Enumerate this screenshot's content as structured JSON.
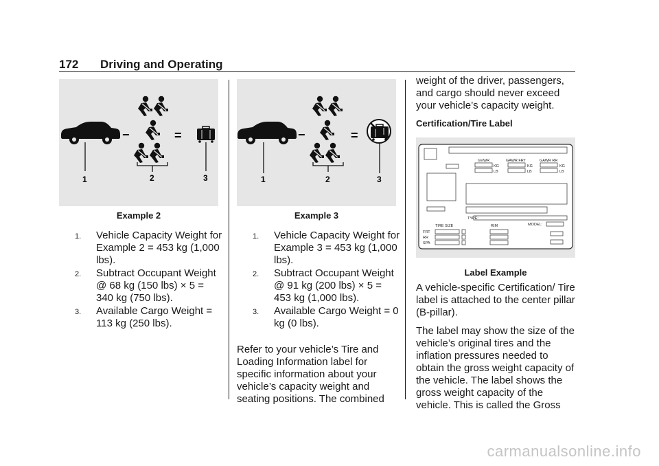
{
  "header": {
    "page_number": "172",
    "section_title": "Driving and Operating"
  },
  "example2": {
    "caption": "Example 2",
    "callouts": [
      "1",
      "2",
      "3"
    ],
    "symbols": {
      "minus": "−",
      "equals": "="
    },
    "steps": [
      {
        "num": "1.",
        "text": "Vehicle Capacity Weight for Example 2 = 453 kg (1,000 lbs)."
      },
      {
        "num": "2.",
        "text": "Subtract Occupant Weight @ 68 kg (150 lbs) × 5 = 340 kg (750 lbs)."
      },
      {
        "num": "3.",
        "text": "Available Cargo Weight = 113 kg (250 lbs)."
      }
    ]
  },
  "example3": {
    "caption": "Example 3",
    "callouts": [
      "1",
      "2",
      "3"
    ],
    "symbols": {
      "minus": "−",
      "equals": "="
    },
    "steps": [
      {
        "num": "1.",
        "text": "Vehicle Capacity Weight for Example 3 = 453 kg (1,000 lbs)."
      },
      {
        "num": "2.",
        "text": "Subtract Occupant Weight @ 91 kg (200 lbs) × 5 = 453 kg (1,000 lbs)."
      },
      {
        "num": "3.",
        "text": "Available Cargo Weight = 0 kg (0 lbs)."
      }
    ],
    "paragraph": "Refer to your vehicle’s Tire and Loading Information label for specific information about your vehicle’s capacity weight and seating positions. The combined"
  },
  "right_column": {
    "continued_paragraph": "weight of the driver, passengers, and cargo should never exceed your vehicle’s capacity weight.",
    "subheading": "Certification/Tire Label",
    "label_figure": {
      "gvwr": "GVWR",
      "gawr_frt": "GAWR FRT",
      "gawr_rr": "GAWR RR",
      "kg": "KG",
      "lb": "LB",
      "type": "TYPE:",
      "model": "MODEL:",
      "tire_size": "TIRE SIZE",
      "rim": "RIM",
      "frt": "FRT",
      "rr": "RR",
      "spa": "SPA"
    },
    "label_caption": "Label Example",
    "paragraph1": "A vehicle-specific Certification/ Tire label is attached to the center pillar (B-pillar).",
    "paragraph2": "The label may show the size of the vehicle’s original tires and the inflation pressures needed to obtain the gross weight capacity of the vehicle. The label shows the gross weight capacity of the vehicle. This is called the Gross"
  },
  "watermark": "carmanualsonline.info"
}
